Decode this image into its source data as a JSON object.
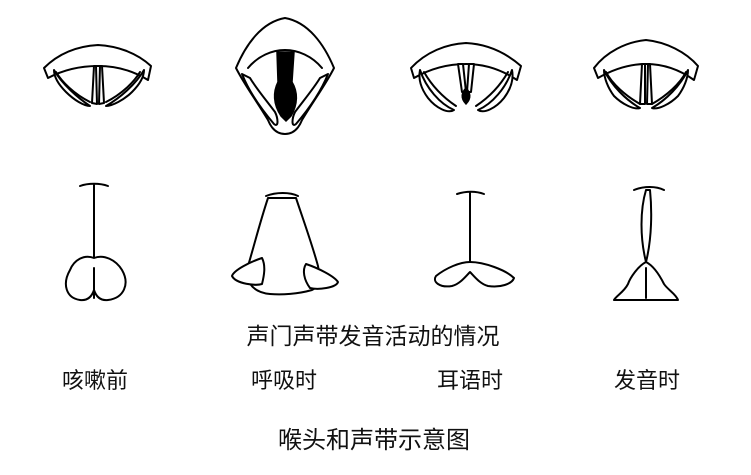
{
  "subtitle": "声门声带发音活动的情况",
  "title": "喉头和声带示意图",
  "states": [
    {
      "label": "咳嗽前"
    },
    {
      "label": "呼吸时"
    },
    {
      "label": "耳语时"
    },
    {
      "label": "发音时"
    }
  ],
  "colors": {
    "ink": "#000000",
    "background": "#ffffff"
  }
}
